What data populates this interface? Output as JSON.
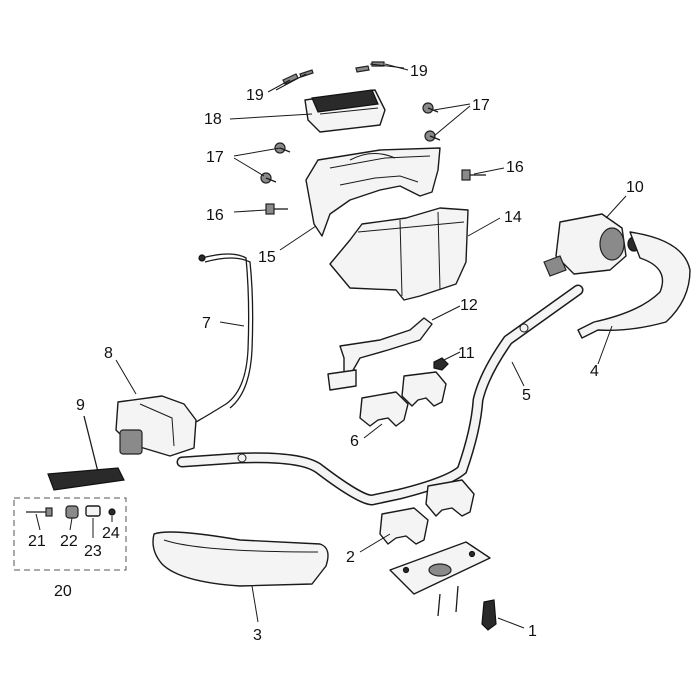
{
  "callouts": {
    "c1": "1",
    "c2": "2",
    "c3": "3",
    "c4": "4",
    "c5": "5",
    "c6": "6",
    "c7": "7",
    "c8": "8",
    "c9": "9",
    "c10": "10",
    "c11": "11",
    "c12": "12",
    "c14": "14",
    "c15": "15",
    "c16a": "16",
    "c16b": "16",
    "c17a": "17",
    "c17b": "17",
    "c18": "18",
    "c19a": "19",
    "c19b": "19",
    "c20": "20",
    "c21": "21",
    "c22": "22",
    "c23": "23",
    "c24": "24"
  }
}
